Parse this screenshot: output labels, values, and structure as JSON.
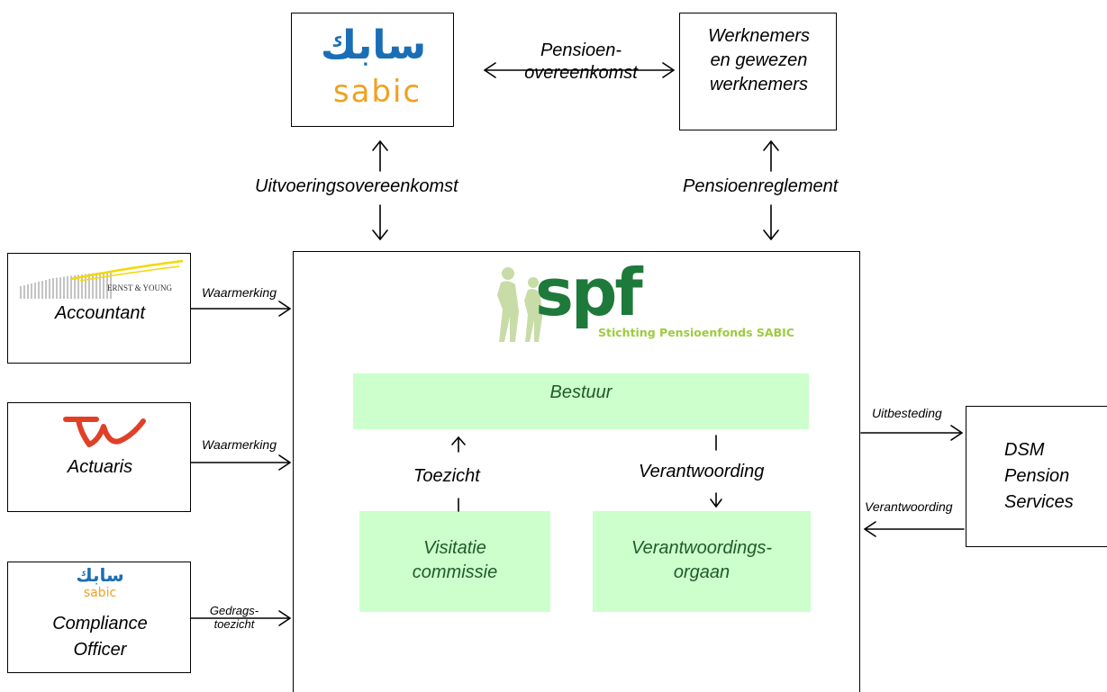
{
  "employer": {
    "arabic": "سابك",
    "latin": "sabic"
  },
  "members": {
    "line1": "Werknemers",
    "line2": "en gewezen",
    "line3": "werknemers"
  },
  "pension_agreement": {
    "line1": "Pensioen-",
    "line2": "overeenkomst"
  },
  "execution_agreement": "Uitvoeringsovereenkomst",
  "pension_rules": "Pensioenreglement",
  "accountant": {
    "logo_text": "ERNST & YOUNG",
    "label": "Accountant",
    "arrow_label": "Waarmerking"
  },
  "actuary": {
    "label": "Actuaris",
    "arrow_label": "Waarmerking"
  },
  "compliance": {
    "logo_arabic": "سابك",
    "logo_latin": "sabic",
    "line1": "Compliance",
    "line2": "Officer",
    "arrow_line1": "Gedrags-",
    "arrow_line2": "toezicht"
  },
  "fund": {
    "logo_mark": "spf",
    "logo_subtitle": "Stichting Pensioenfonds SABIC",
    "board": "Bestuur",
    "supervision": "Toezicht",
    "accountability": "Verantwoording",
    "visitation": {
      "line1": "Visitatie",
      "line2": "commissie"
    },
    "accountability_body": {
      "line1": "Verantwoordings-",
      "line2": "orgaan"
    }
  },
  "provider": {
    "line1": "DSM",
    "line2": "Pension",
    "line3": "Services",
    "out_label": "Uitbesteding",
    "in_label": "Verantwoording"
  },
  "colors": {
    "sabic_blue": "#1a6eb5",
    "sabic_orange": "#f0a020",
    "spf_green": "#1e7a3a",
    "spf_light_green": "#9ccc3c",
    "panel_green": "#ccffcc",
    "ey_yellow": "#f5d800",
    "actuary_red": "#e04028"
  }
}
